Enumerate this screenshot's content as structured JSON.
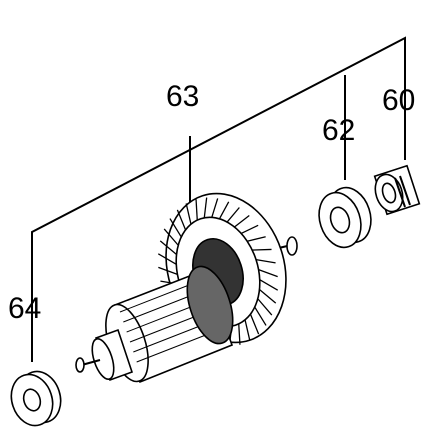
{
  "diagram": {
    "callouts": [
      {
        "id": "60",
        "label": "60"
      },
      {
        "id": "62",
        "label": "62"
      },
      {
        "id": "63",
        "label": "63"
      },
      {
        "id": "64",
        "label": "64"
      }
    ]
  },
  "colors": {
    "line": "#000000",
    "background": "#ffffff",
    "part_fill": "#ffffff",
    "shade": "#555555"
  }
}
